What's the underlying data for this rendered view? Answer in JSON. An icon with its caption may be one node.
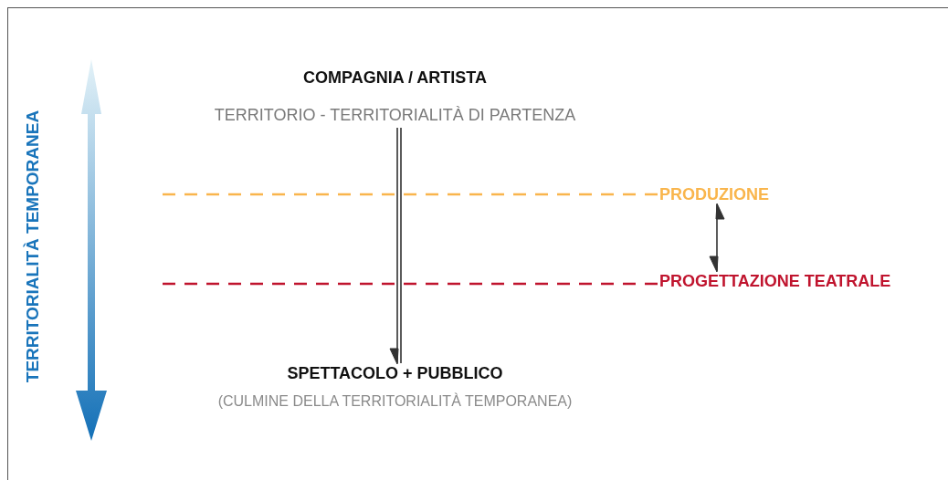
{
  "diagram": {
    "nodes": [
      {
        "text": [
          "COMPAGNIA / ARTISTA",
          "TERRITORIO - TERRITORIALITÀ DI PARTENZA"
        ]
      },
      {
        "text": [
          "SPETTACOLO + PUBBLICO",
          "(CULMINE DELLA TERRITORIALITÀ TEMPORANEA)"
        ]
      },
      {
        "text": [
          "PRODUZIONE"
        ]
      },
      {
        "text": [
          "PROGETTAZIONE TEATRALE"
        ]
      }
    ],
    "edges": [
      {
        "from": 0,
        "to": 1,
        "arrow": "to"
      },
      {
        "from": 2,
        "to": 3,
        "arrow": "both"
      },
      {
        "from": null,
        "to": 2,
        "arrow": "none",
        "style": "dashed",
        "color": "#f9b54c"
      },
      {
        "from": null,
        "to": 3,
        "arrow": "none",
        "style": "dashed",
        "color": "#c0142e"
      }
    ],
    "labels": [
      "TERRITORIALITÀ TEMPORANEA"
    ]
  }
}
